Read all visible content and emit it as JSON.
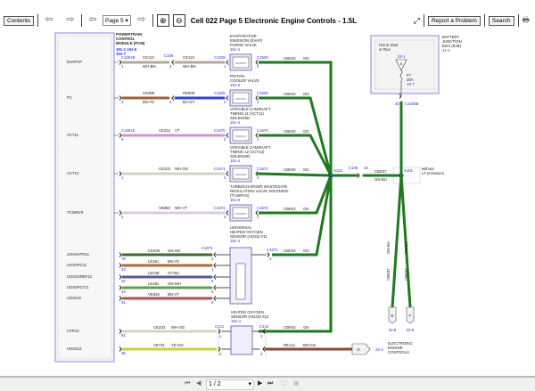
{
  "toolbar": {
    "contents_label": "Contents",
    "page_select": "Page 5",
    "title": "Cell 022 Page 5 Electronic Engine Controls - 1.5L",
    "report_label": "Report a Problem",
    "search_label": "Search",
    "icons": [
      "back-arrow-icon",
      "forward-arrow-icon",
      "prev-page-icon",
      "next-page-icon",
      "zoom-in-icon",
      "zoom-out-icon",
      "expand-icon",
      "print-icon"
    ]
  },
  "pcm": {
    "name": [
      "POWERTRAIN",
      "CONTROL",
      "MODULE (PCM)"
    ],
    "refs": "151-1   151-5",
    "refs2": "151-7"
  },
  "rows": [
    {
      "signal": "EVAPCP",
      "pcm_conn": "C1551B",
      "pcm_pin": "1",
      "wire1": "CE113",
      "code1": "WH-BN",
      "color1": "#b5a99b",
      "mid_conn": "C105",
      "mid_pin": "3",
      "wire2": "CE113",
      "code2": "WH-BN",
      "color2": "#b5a99b",
      "comp_conn": "C1529",
      "comp_pin": "1",
      "comp_name": [
        "EVAPORATIVE",
        "EMISSION (EVAP)",
        "PURGE VALVE"
      ],
      "comp_ref": "151-4",
      "out_conn": "C1529",
      "out_pin": "2",
      "out_wire": "CBK02",
      "out_code": "GN"
    },
    {
      "signal": "PC",
      "pcm_conn": "",
      "pcm_pin": "2",
      "wire1": "CE386",
      "code1": "BN-YE",
      "color1": "#a0603a",
      "mid_conn": "",
      "mid_pin": "4",
      "wire2": "RE808",
      "code2": "BU-GY",
      "color2": "#3344cc",
      "comp_conn": "C1525",
      "comp_pin": "2",
      "comp_name": [
        "PISTON",
        "COOLER VALVE"
      ],
      "comp_ref": "151-5",
      "out_conn": "C1525",
      "out_pin": "1",
      "out_wire": "CBK02",
      "out_code": "GN"
    },
    {
      "signal": "VCT11",
      "pcm_conn": "C1551E",
      "pcm_pin": "5",
      "wire1": "CE421",
      "code1": "VT",
      "color1": "#d490d4",
      "comp_conn": "C1670",
      "comp_pin": "2",
      "comp_name": [
        "VARIABLE CAMSHAFT",
        "TIMING 11 (VCT11)",
        "SOLENOID"
      ],
      "comp_ref": "151-4",
      "out_conn": "C1670",
      "out_pin": "1",
      "out_wire": "CBK02",
      "out_code": "GN"
    },
    {
      "signal": "VCT12",
      "pcm_conn": "",
      "pcm_pin": "1",
      "wire1": "CE422",
      "code1": "WH-OG",
      "color1": "#d9d2c2",
      "comp_conn": "C1671",
      "comp_pin": "2",
      "comp_name": [
        "VARIABLE CAMSHAFT",
        "TIMING 12 (VCT12)",
        "SOLENOID"
      ],
      "comp_ref": "151-4",
      "out_conn": "C1671",
      "out_pin": "1",
      "out_wire": "CBK02",
      "out_code": "GN"
    },
    {
      "signal": "TCWRVS",
      "pcm_conn": "",
      "pcm_pin": "2",
      "wire1": "VE850",
      "code1": "WH-VT",
      "color1": "#dccbe0",
      "comp_conn": "C1672",
      "comp_pin": "2",
      "comp_name": [
        "TURBOCHARGER WASTEGATE",
        "REGULATING VALVE SOLENOID",
        "(TCWRVS)"
      ],
      "comp_ref": "151-5",
      "out_conn": "C1672",
      "out_pin": "1",
      "out_wire": "CBK02",
      "out_code": "GN"
    }
  ],
  "ho2s11": {
    "name": [
      "UNIVERSAL",
      "HEATED OXYGEN",
      "SENSOR (HO2S) #11"
    ],
    "ref": "151-4",
    "conn": "C1671",
    "out_conn": "C1671",
    "out_pin": "4",
    "out_wire": "CBK02",
    "out_code": "GN",
    "pins": [
      {
        "signal": "UO2SHTR11",
        "pcm_pin": "76",
        "wire": "CE235",
        "code": "GN-GN",
        "color": "#3d6b2d",
        "pin": "3"
      },
      {
        "signal": "UO2SPC11",
        "pcm_pin": "33",
        "wire": "LE451",
        "code": "BN-YE",
        "color": "#b3683a",
        "pin": "1"
      },
      {
        "signal": "UO2SGREF11",
        "pcm_pin": "32",
        "wire": "LE448",
        "code": "GY-BU",
        "color": "#5a5a92",
        "pin": "2"
      },
      {
        "signal": "UO2SPCT11",
        "pcm_pin": "34",
        "wire": "LE452",
        "code": "GN-WH",
        "color": "#5aa64a",
        "pin": "5"
      },
      {
        "signal": "UO2S11",
        "pcm_pin": "31",
        "wire": "VE826",
        "code": "BN-VT",
        "color": "#b04d5d",
        "pin": "6"
      }
    ]
  },
  "ho2s12": {
    "name": [
      "HEATED OXYGEN",
      "SENSOR (HO2S) #12"
    ],
    "ref": "151-4",
    "conn": "C141",
    "out_conn": "C141",
    "pins": [
      {
        "signal": "HTR12",
        "pcm_pin": "81",
        "wire": "CE233",
        "code": "WH-OG",
        "color": "#d9d2c2",
        "pin": "1",
        "out_pin": "2",
        "out_wire": "CBK02",
        "out_code": "GN",
        "out_color": "#1e7a1e"
      },
      {
        "signal": "HO2S12",
        "pcm_pin": "36",
        "wire": "VE731",
        "code": "YE-GN",
        "color": "#c9d23e",
        "pin": "4",
        "out_pin": "3",
        "out_wire": "RE141",
        "out_code": "BN-GN",
        "out_color": "#8a4a32"
      }
    ]
  },
  "splices": {
    "s131": "S131",
    "c105": "C105",
    "c105_pin": "15",
    "wire": "CBK07",
    "code": "GN-BU",
    "s101": "S101",
    "note": [
      "without",
      "LT emissions"
    ]
  },
  "bjb": {
    "name": [
      "BATTERY",
      "JUNCTION",
      "BOX (BJB)"
    ],
    "ref": "11-1",
    "hot": [
      "Hot in Start",
      "or Run"
    ],
    "ref_top": "22-1",
    "letter": "B",
    "fuse": "F7",
    "amp": "20A",
    "fuse_ref": "13-7",
    "pin": "40",
    "conn": "C1035B"
  },
  "outputs": {
    "legs": [
      {
        "wire": "CBK07",
        "code": "GN-BU",
        "letter": "E",
        "ref": "22-6"
      },
      {
        "wire": "CBK07",
        "code": "GN-BU",
        "letter": "F",
        "ref": "22-6"
      }
    ],
    "d_letter": "D",
    "d_ref": "22-4",
    "label": [
      "ELECTRONIC",
      "ENGINE",
      "CONTROLS"
    ]
  },
  "colors": {
    "ground_green": "#1e7a1e",
    "connector_ref": "#2a2acc",
    "module_border": "#8888dd"
  },
  "bottombar": {
    "page": "1 / 2"
  }
}
